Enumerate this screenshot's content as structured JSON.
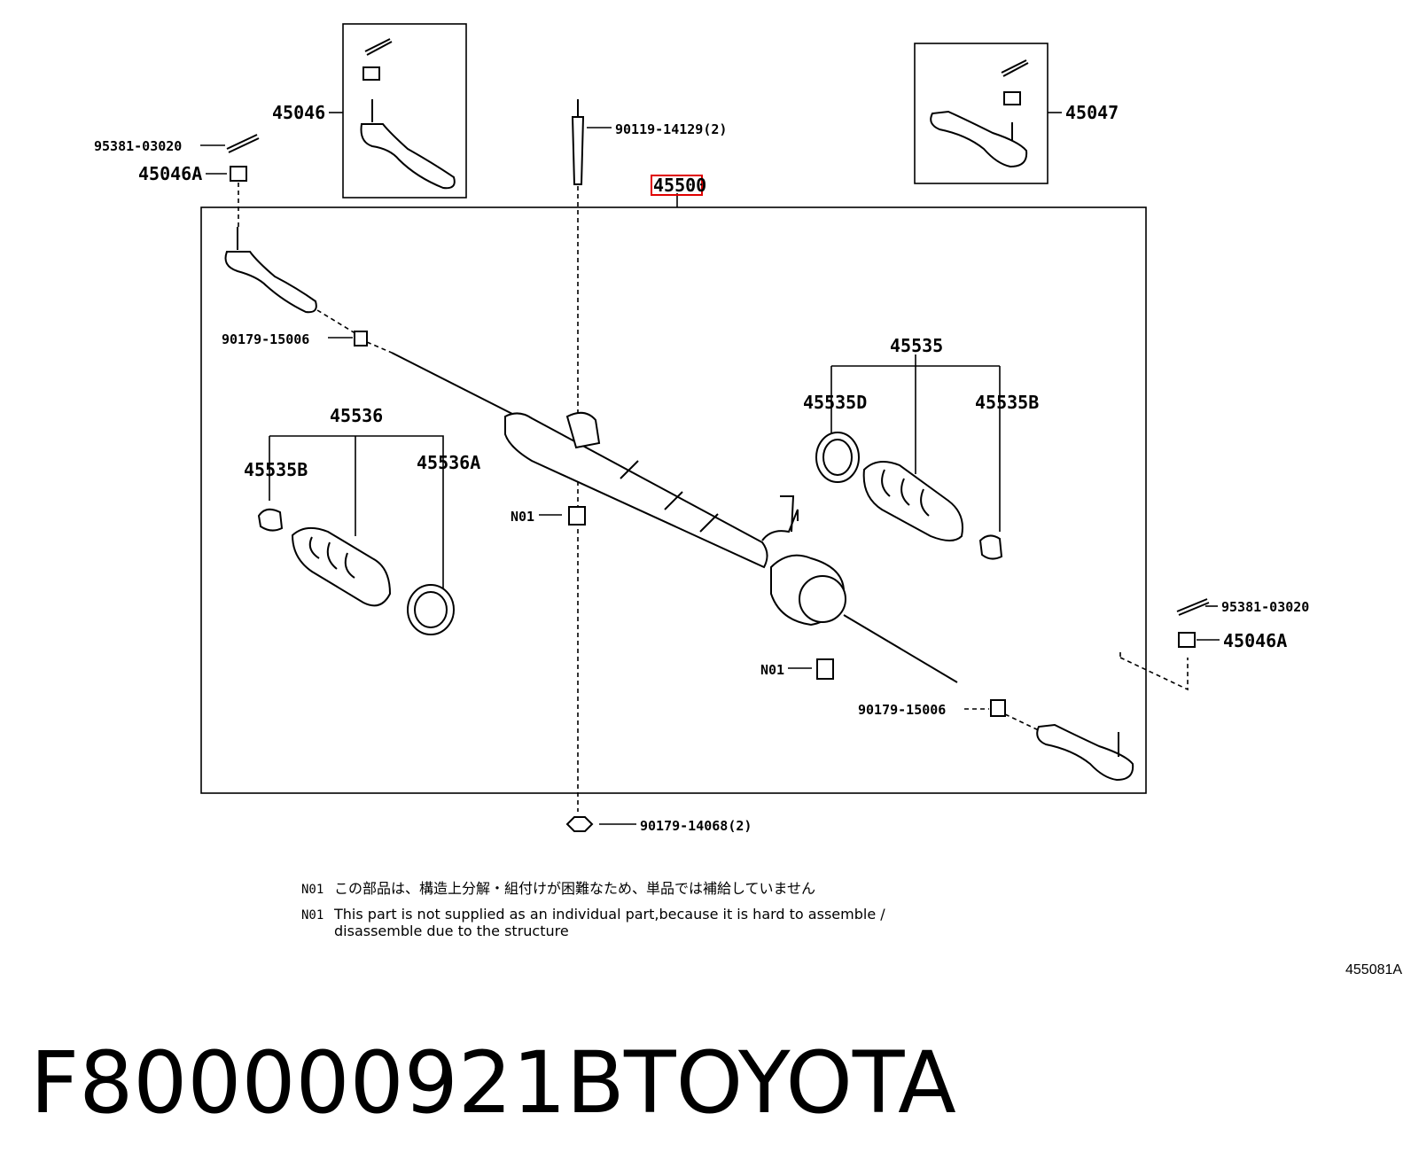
{
  "parts": {
    "p45046": "45046",
    "p45047": "45047",
    "p45500": "45500",
    "p95381_left": "95381-03020",
    "p95381_right": "95381-03020",
    "p45046A_left": "45046A",
    "p45046A_right": "45046A",
    "p90119": "90119-14129(2)",
    "p90179_15006_left": "90179-15006",
    "p90179_15006_right": "90179-15006",
    "p90179_14068": "90179-14068(2)",
    "p45536": "45536",
    "p45535B_left": "45535B",
    "p45536A": "45536A",
    "p45535": "45535",
    "p45535D": "45535D",
    "p45535B_right": "45535B",
    "n01_upper": "N01",
    "n01_lower": "N01"
  },
  "notes": {
    "code1": "N01",
    "jp": "この部品は、構造上分解・組付けが困難なため、単品では補給していません",
    "code2": "N01",
    "en_line1": "This part is not supplied as an individual part,because it is hard to assemble /",
    "en_line2": "disassemble due to the structure"
  },
  "figure_code": "455081A",
  "footer": {
    "part_number": "F800000921B",
    "brand": "TOYOTA"
  },
  "colors": {
    "highlight": "#e00000",
    "ink": "#000000"
  }
}
